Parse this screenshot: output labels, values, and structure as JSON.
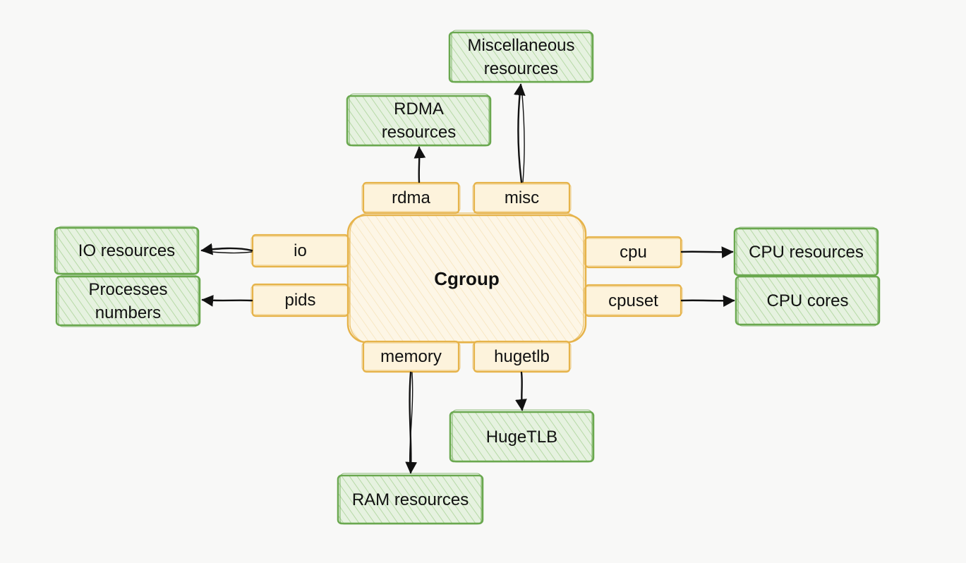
{
  "colors": {
    "background": "#f8f8f7",
    "controller_stroke": "#e6b34a",
    "controller_fill": "#fdf3dc",
    "resource_stroke": "#6aa84f",
    "resource_fill": "#dcefd4",
    "arrow": "#111111"
  },
  "center": {
    "label": "Cgroup"
  },
  "controllers": {
    "rdma": "rdma",
    "misc": "misc",
    "io": "io",
    "pids": "pids",
    "cpu": "cpu",
    "cpuset": "cpuset",
    "memory": "memory",
    "hugetlb": "hugetlb"
  },
  "resources": {
    "misc": "Miscellaneous\nresources",
    "rdma": "RDMA\nresources",
    "io": "IO resources",
    "pids": "Processes\nnumbers",
    "cpu": "CPU resources",
    "cpuset": "CPU cores",
    "hugetlb": "HugeTLB",
    "memory": "RAM resources"
  }
}
